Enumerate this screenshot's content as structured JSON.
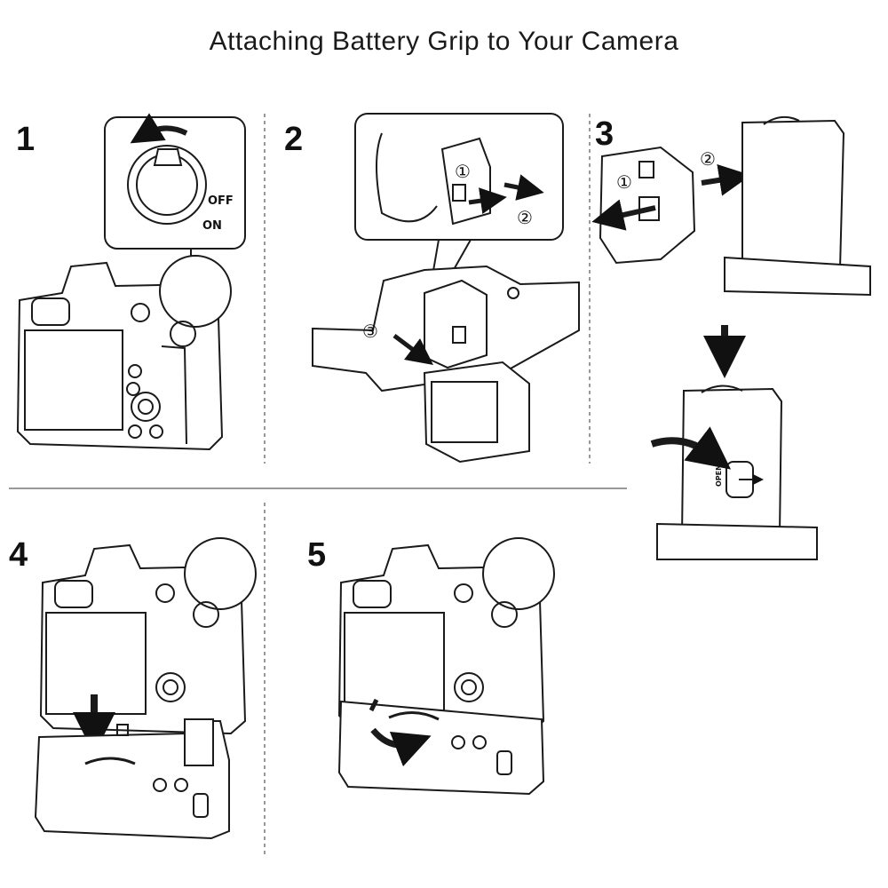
{
  "title": "Attaching Battery Grip to Your Camera",
  "steps": [
    {
      "number": "1",
      "labels": {
        "off": "OFF",
        "on": "ON"
      }
    },
    {
      "number": "2",
      "markers": [
        "①",
        "②",
        "③"
      ]
    },
    {
      "number": "3",
      "markers": [
        "①",
        "②"
      ],
      "latch_label": "OPEN"
    },
    {
      "number": "4"
    },
    {
      "number": "5"
    }
  ]
}
